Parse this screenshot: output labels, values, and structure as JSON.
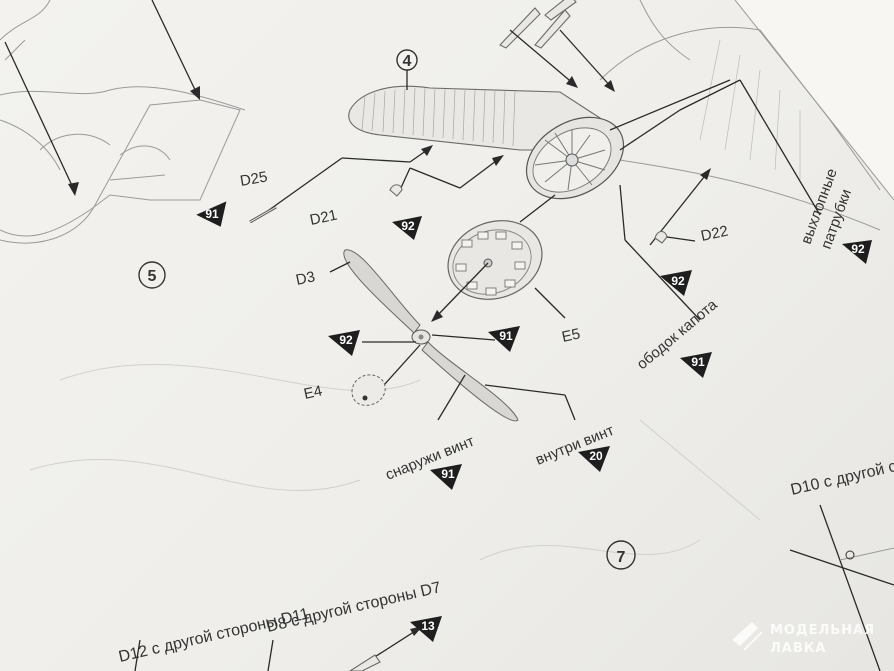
{
  "steps": {
    "s4": "4",
    "s5": "5",
    "s7": "7"
  },
  "parts": {
    "d25": "D25",
    "d21": "D21",
    "d3": "D3",
    "d22": "D22",
    "e5": "E5",
    "e4": "E4"
  },
  "labels": {
    "exhaust_line1": "выхлопные",
    "exhaust_line2": "патрубки",
    "cowl_ring": "ободок капота",
    "prop_outside": "снаружи винт",
    "prop_inside": "внутри винт",
    "d12_note": "D12 с другой стороны D11",
    "d8_note": "D8 с другой стороны D7",
    "d10_note": "D10 с другой с"
  },
  "paint": {
    "p91a": "91",
    "p92a": "92",
    "p92b": "92",
    "p92c": "92",
    "p92d": "92",
    "p91b": "91",
    "p91c": "91",
    "p91d": "91",
    "p20": "20",
    "p13": "13"
  },
  "watermark": {
    "line1": "МОДЕЛЬНАЯ",
    "line2": "ЛАВКА"
  },
  "colors": {
    "ink": "#2a2a2a",
    "paper": "#f1f0ec",
    "paint_marker": "#1e1e1e"
  }
}
